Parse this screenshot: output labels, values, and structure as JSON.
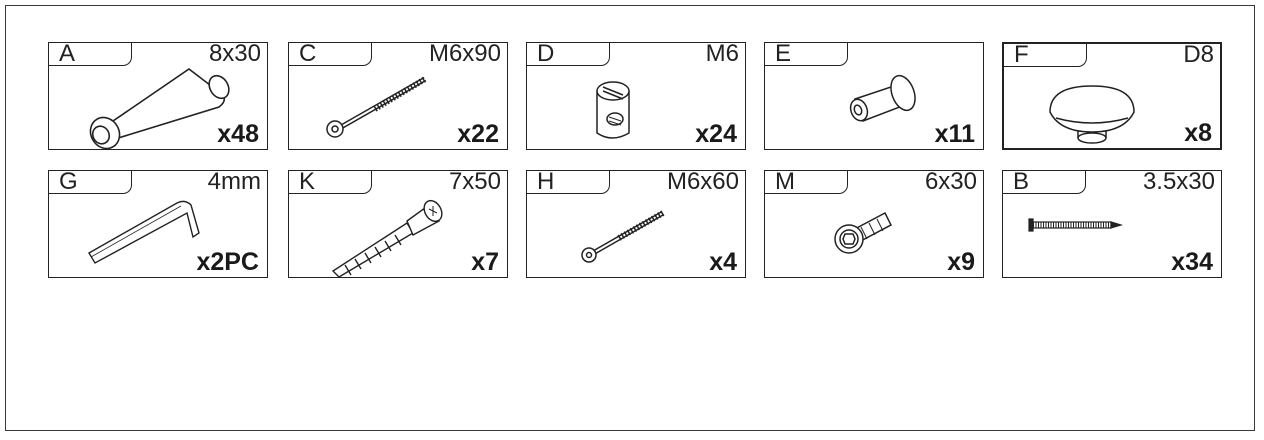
{
  "parts": [
    {
      "id": "part-a",
      "letter": "A",
      "size": "8x30",
      "qty": "x48",
      "icon": "wooden-dowel-icon"
    },
    {
      "id": "part-c",
      "letter": "C",
      "size": "M6x90",
      "qty": "x22",
      "icon": "long-bolt-icon"
    },
    {
      "id": "part-d",
      "letter": "D",
      "size": "M6",
      "qty": "x24",
      "icon": "barrel-nut-icon"
    },
    {
      "id": "part-e",
      "letter": "E",
      "size": "",
      "qty": "x11",
      "icon": "connector-nut-icon"
    },
    {
      "id": "part-f",
      "letter": "F",
      "size": "D8",
      "qty": "x8",
      "icon": "knob-icon"
    },
    {
      "id": "part-g",
      "letter": "G",
      "size": "4mm",
      "qty": "x2PC",
      "icon": "allen-key-icon"
    },
    {
      "id": "part-k",
      "letter": "K",
      "size": "7x50",
      "qty": "x7",
      "icon": "confirmat-screw-icon"
    },
    {
      "id": "part-h",
      "letter": "H",
      "size": "M6x60",
      "qty": "x4",
      "icon": "short-bolt-icon"
    },
    {
      "id": "part-m",
      "letter": "M",
      "size": "6x30",
      "qty": "x9",
      "icon": "flange-screw-icon"
    },
    {
      "id": "part-b",
      "letter": "B",
      "size": "3.5x30",
      "qty": "x34",
      "icon": "wood-screw-icon"
    }
  ]
}
